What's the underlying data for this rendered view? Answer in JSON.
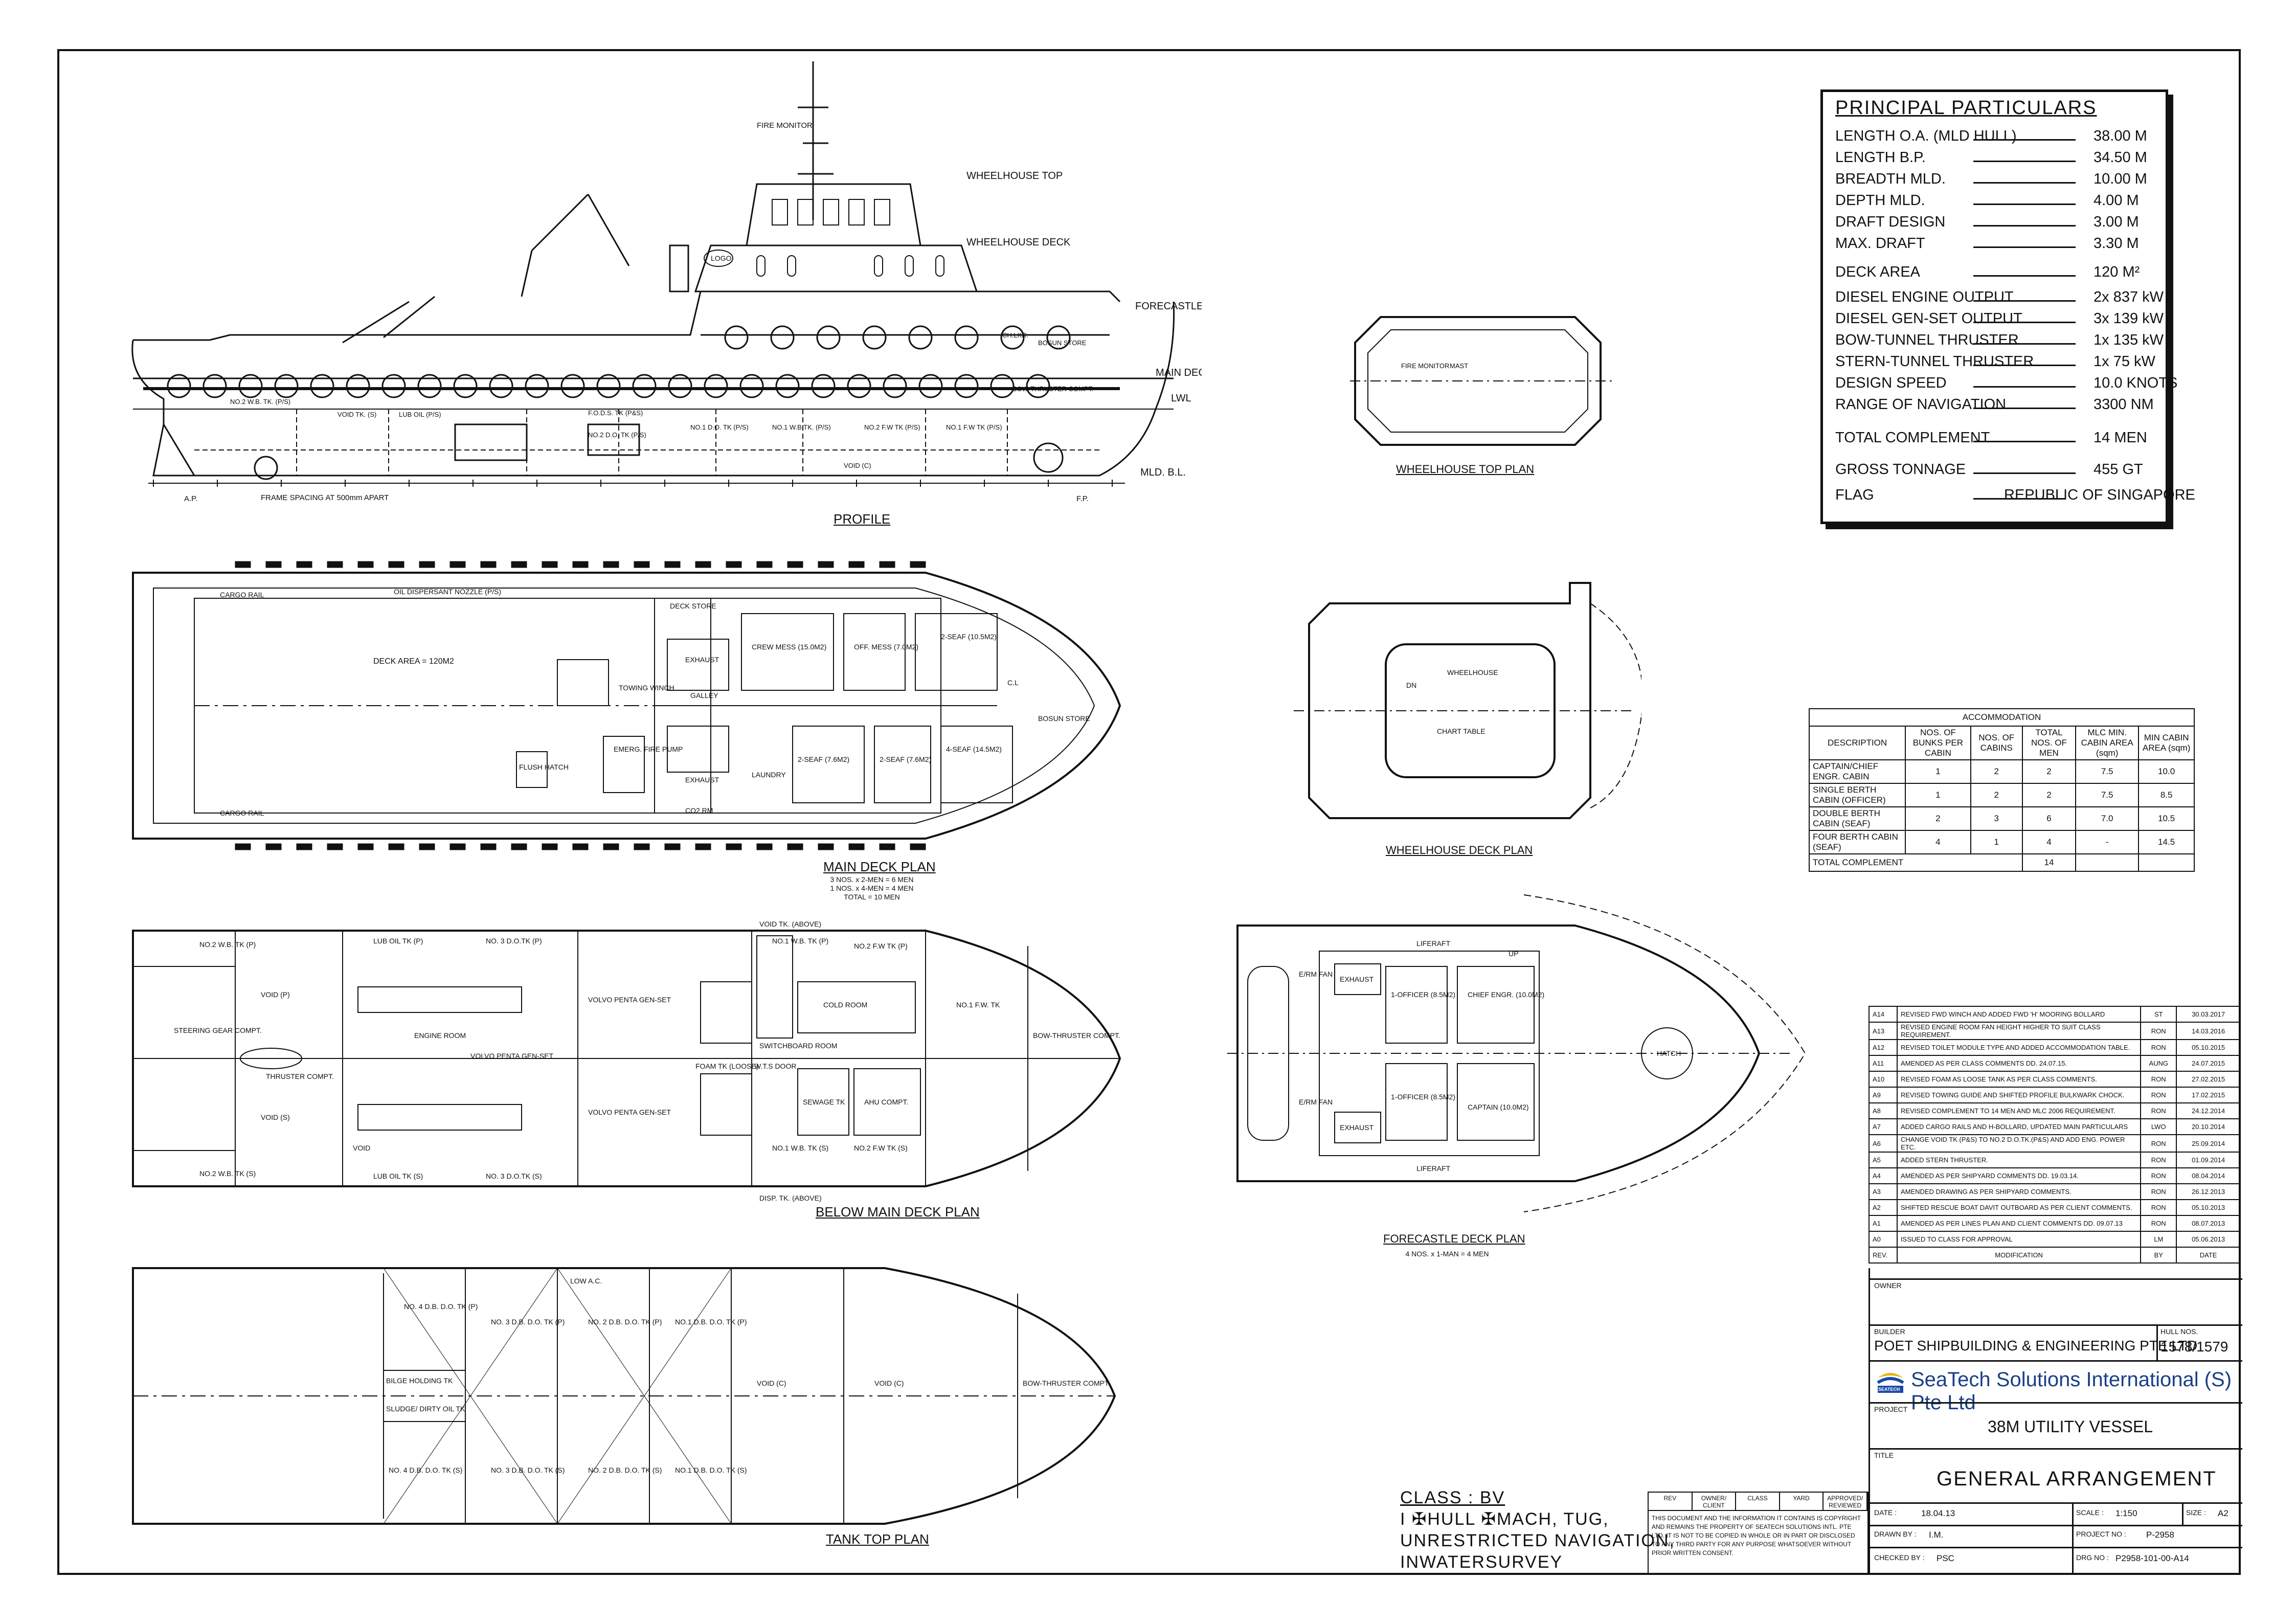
{
  "principal_particulars": {
    "title": "PRINCIPAL PARTICULARS",
    "rows": [
      {
        "label": "LENGTH O.A. (MLD HULL)",
        "value": "38.00 M"
      },
      {
        "label": "LENGTH B.P.",
        "value": "34.50 M"
      },
      {
        "label": "BREADTH MLD.",
        "value": "10.00 M"
      },
      {
        "label": "DEPTH MLD.",
        "value": "4.00 M"
      },
      {
        "label": "DRAFT DESIGN",
        "value": "3.00 M"
      },
      {
        "label": "MAX. DRAFT",
        "value": "3.30 M"
      },
      {
        "label": "DECK AREA",
        "value": "120 M²"
      },
      {
        "label": "DIESEL ENGINE OUTPUT",
        "value": "2x 837 kW"
      },
      {
        "label": "DIESEL GEN-SET OUTPUT",
        "value": "3x 139 kW"
      },
      {
        "label": "BOW-TUNNEL THRUSTER",
        "value": "1x 135 kW"
      },
      {
        "label": "STERN-TUNNEL THRUSTER",
        "value": "1x 75 kW"
      },
      {
        "label": "DESIGN SPEED",
        "value": "10.0 KNOTS"
      },
      {
        "label": "RANGE OF NAVIGATION",
        "value": "3300 NM"
      },
      {
        "label": "TOTAL COMPLEMENT",
        "value": "14 MEN"
      },
      {
        "label": "GROSS TONNAGE",
        "value": "455 GT"
      },
      {
        "label": "FLAG",
        "value": "REPUBLIC OF SINGAPORE"
      }
    ]
  },
  "accommodation": {
    "title": "ACCOMMODATION",
    "headers": [
      "DESCRIPTION",
      "NOS. OF BUNKS PER CABIN",
      "NOS. OF CABINS",
      "TOTAL NOS. OF MEN",
      "MLC MIN. CABIN AREA (sqm)",
      "MIN CABIN AREA (sqm)"
    ],
    "rows": [
      [
        "CAPTAIN/CHIEF ENGR. CABIN",
        "1",
        "2",
        "2",
        "7.5",
        "10.0"
      ],
      [
        "SINGLE BERTH CABIN (OFFICER)",
        "1",
        "2",
        "2",
        "7.5",
        "8.5"
      ],
      [
        "DOUBLE BERTH CABIN (SEAF)",
        "2",
        "3",
        "6",
        "7.0",
        "10.5"
      ],
      [
        "FOUR BERTH CABIN (SEAF)",
        "4",
        "1",
        "4",
        "-",
        "14.5"
      ]
    ],
    "total_label": "TOTAL COMPLEMENT",
    "total_value": "14"
  },
  "revisions": {
    "rows": [
      [
        "A14",
        "REVISED FWD WINCH AND ADDED FWD 'H' MOORING BOLLARD",
        "ST",
        "30.03.2017"
      ],
      [
        "A13",
        "REVISED ENGINE ROOM FAN HEIGHT HIGHER TO SUIT CLASS REQUIREMENT.",
        "RON",
        "14.03.2016"
      ],
      [
        "A12",
        "REVISED TOILET MODULE TYPE AND ADDED ACCOMMODATION TABLE.",
        "RON",
        "05.10.2015"
      ],
      [
        "A11",
        "AMENDED AS PER CLASS COMMENTS DD. 24.07.15.",
        "AUNG",
        "24.07.2015"
      ],
      [
        "A10",
        "REVISED FOAM AS LOOSE TANK AS PER CLASS COMMENTS.",
        "RON",
        "27.02.2015"
      ],
      [
        "A9",
        "REVISED TOWING GUIDE AND SHIFTED PROFILE BULKWARK CHOCK.",
        "RON",
        "17.02.2015"
      ],
      [
        "A8",
        "REVISED COMPLEMENT TO 14 MEN AND MLC 2006 REQUIREMENT.",
        "RON",
        "24.12.2014"
      ],
      [
        "A7",
        "ADDED CARGO RAILS AND H-BOLLARD, UPDATED MAIN PARTICULARS",
        "LWO",
        "20.10.2014"
      ],
      [
        "A6",
        "CHANGE VOID TK (P&S) TO NO.2 D.O.TK.(P&S) AND ADD ENG. POWER ETC.",
        "RON",
        "25.09.2014"
      ],
      [
        "A5",
        "ADDED STERN THRUSTER.",
        "RON",
        "01.09.2014"
      ],
      [
        "A4",
        "AMENDED AS PER SHIPYARD COMMENTS DD. 19.03.14.",
        "RON",
        "08.04.2014"
      ],
      [
        "A3",
        "AMENDED DRAWING AS PER SHIPYARD COMMENTS.",
        "RON",
        "26.12.2013"
      ],
      [
        "A2",
        "SHIFTED RESCUE BOAT DAVIT OUTBOARD AS PER CLIENT COMMENTS.",
        "RON",
        "05.10.2013"
      ],
      [
        "A1",
        "AMENDED AS PER LINES PLAN AND CLIENT COMMENTS DD. 09.07.13",
        "RON",
        "08.07.2013"
      ],
      [
        "A0",
        "ISSUED TO CLASS FOR APPROVAL",
        "LM",
        "05.06.2013"
      ]
    ],
    "footer": [
      "REV.",
      "MODIFICATION",
      "BY",
      "DATE"
    ]
  },
  "title_block": {
    "owner_label": "OWNER",
    "builder_label": "BUILDER",
    "builder": "POET SHIPBUILDING & ENGINEERING PTE LTD",
    "hull_label": "HULL NOS.",
    "hull": "1578/1579",
    "logo_text": "SEATECH",
    "company": "SeaTech Solutions International (S) Pte Ltd",
    "project_label": "PROJECT",
    "project": "38M UTILITY VESSEL",
    "title_label": "TITLE",
    "title": "GENERAL ARRANGEMENT",
    "date_label": "DATE :",
    "date": "18.04.13",
    "scale_label": "SCALE :",
    "scale": "1:150",
    "size_label": "SIZE :",
    "size": "A2",
    "drawn_label": "DRAWN BY :",
    "drawn": "I.M.",
    "project_no_label": "PROJECT NO :",
    "project_no": "P-2958",
    "checked_label": "CHECKED BY :",
    "checked": "PSC",
    "drg_label": "DRG NO :",
    "drg_no": "P2958-101-00-A14"
  },
  "approval_stamp": {
    "cells": [
      "REV",
      "OWNER/ CLIENT",
      "CLASS",
      "YARD",
      "APPROVED/ REVIEWED"
    ],
    "note": "THIS DOCUMENT AND THE INFORMATION IT CONTAINS IS COPYRIGHT AND REMAINS THE PROPERTY OF SEATECH SOLUTIONS INTL. PTE LTD. IT IS NOT TO BE COPIED IN WHOLE OR IN PART OR DISCLOSED TO ANY THIRD PARTY FOR ANY PURPOSE WHATSOEVER WITHOUT PRIOR WRITTEN CONSENT."
  },
  "class_notation": {
    "line1": "CLASS : BV",
    "line2": "I ✠HULL ✠MACH, TUG,",
    "line3": "UNRESTRICTED NAVIGATION,",
    "line4": "INWATERSURVEY"
  },
  "views": {
    "profile": "PROFILE",
    "main_deck_plan": "MAIN DECK PLAN",
    "main_deck_note1": "3 NOS. x 2-MEN = 6 MEN",
    "main_deck_note2": "1 NOS. x 4-MEN = 4 MEN",
    "main_deck_note3": "TOTAL = 10 MEN",
    "below_main_deck_plan": "BELOW MAIN DECK PLAN",
    "tank_top_plan": "TANK TOP PLAN",
    "wheelhouse_top_plan": "WHEELHOUSE TOP PLAN",
    "wheelhouse_deck_plan": "WHEELHOUSE DECK PLAN",
    "forecastle_deck_plan": "FORECASTLE DECK PLAN",
    "forecastle_note": "4 NOS. x 1-MAN = 4 MEN"
  },
  "profile_labels": {
    "fire_monitor": "FIRE MONITOR",
    "wheelhouse_top": "WHEELHOUSE TOP",
    "wheelhouse_deck": "WHEELHOUSE DECK",
    "forecastle_deck": "FORECASTLE DECK",
    "main_deck": "MAIN DECK",
    "lwl": "LWL",
    "mld_bl": "MLD. B.L.",
    "logo": "LOGO",
    "frame_spacing": "FRAME SPACING AT 500mm APART",
    "ap": "A.P.",
    "fp": "F.P.",
    "bosun_store": "BOSUN STORE",
    "chain_locker": "CH.LKR.",
    "bow_thruster": "BOW-THRUSTER COMPT.",
    "tanks": [
      "NO.2 W.B. TK. (P/S)",
      "VOID TK. (S)",
      "LUB OIL (P/S)",
      "F.O.D.S. TK (P&S)",
      "NO.2 D.O. TK (P/S)",
      "NO.1 D.O. TK (P/S)",
      "NO.1 W.B TK. (P/S)",
      "NO.2 F.W TK (P/S)",
      "NO.1 F.W TK (P/S)",
      "VOID (C)"
    ]
  },
  "main_deck_labels": {
    "cargo_rail": "CARGO RAIL",
    "oil_dispersant": "OIL DISPERSANT NOZZLE (P/S)",
    "deck_area": "DECK AREA = 120M2",
    "deck_store": "DECK STORE",
    "exhaust": "EXHAUST",
    "galley": "GALLEY",
    "crew_mess": "CREW MESS (15.0M2)",
    "officer_mess": "OFF. MESS (7.0M2)",
    "two_seaf_a": "2-SEAF (10.5M2)",
    "two_seaf_b": "2-SEAF (7.6M2)",
    "two_seaf_c": "2-SEAF (7.6M2)",
    "four_seaf": "4-SEAF (14.5M2)",
    "laundry": "LAUNDRY",
    "co2_rm": "CO2 RM",
    "flush_hatch": "FLUSH HATCH",
    "towing_winch": "TOWING WINCH",
    "emerg_fire_pump": "EMERG. FIRE PUMP",
    "cl": "C.L",
    "bosun_store": "BOSUN STORE"
  },
  "below_deck_labels": {
    "wb2p": "NO.2 W.B. TK (P)",
    "wb2s": "NO.2 W.B. TK (S)",
    "void_p": "VOID (P)",
    "void_s": "VOID (S)",
    "steering": "STEERING GEAR COMPT.",
    "thruster": "THRUSTER COMPT.",
    "engine_room": "ENGINE ROOM",
    "volvo1": "VOLVO PENTA GEN-SET",
    "volvo2": "VOLVO PENTA GEN-SET",
    "volvo3": "VOLVO PENTA GEN-SET",
    "switchboard": "SWITCHBOARD ROOM",
    "cold_room": "COLD ROOM",
    "sewage": "SEWAGE TK",
    "ahu": "AHU COMPT.",
    "fw1": "NO.1 F.W. TK",
    "bow_thruster": "BOW-THRUSTER COMPT.",
    "wb1p": "NO.1 W.B. TK (P)",
    "wb1s": "NO.1 W.B. TK (S)",
    "fw2p": "NO.2 F.W TK (P)",
    "fw2s": "NO.2 F.W TK (S)",
    "lub_oil_p": "LUB OIL TK (P)",
    "lub_oil_s": "LUB OIL TK (S)",
    "do3p": "NO. 3 D.O.TK (P)",
    "do3s": "NO. 3 D.O.TK (S)",
    "foam": "FOAM TK (LOOSE)",
    "wts_door": "W.T.S DOOR",
    "void_tk_above": "VOID TK. (ABOVE)",
    "disp_tk_above": "DISP. TK. (ABOVE)",
    "void": "VOID"
  },
  "tank_top_labels": {
    "do4p": "NO. 4 D.B. D.O. TK (P)",
    "do4s": "NO. 4 D.B. D.O. TK (S)",
    "do3p": "NO. 3 D.B. D.O. TK (P)",
    "do3s": "NO. 3 D.B. D.O. TK (S)",
    "do2p": "NO. 2 D.B. D.O. TK (P)",
    "do2s": "NO. 2 D.B. D.O. TK (S)",
    "do1p": "NO.1 D.B. D.O. TK (P)",
    "do1s": "NO.1 D.B. D.O. TK (S)",
    "bilge": "BILGE HOLDING TK",
    "sludge": "SLUDGE/ DIRTY OIL TK",
    "void_c1": "VOID (C)",
    "void_c2": "VOID (C)",
    "bow_thruster": "BOW-THRUSTER COMPT.",
    "low_ac": "LOW A.C."
  },
  "wheelhouse_labels": {
    "fire_monitor": "FIRE MONITOR",
    "mast": "MAST",
    "wheelhouse": "WHEELHOUSE",
    "chart_table": "CHART TABLE",
    "dn": "DN"
  },
  "forecastle_labels": {
    "er_fan1": "E/RM FAN",
    "er_fan2": "E/RM FAN",
    "exhaust1": "EXHAUST",
    "exhaust2": "EXHAUST",
    "officer1": "1-OFFICER (8.5M2)",
    "officer2": "1-OFFICER (8.5M2)",
    "chief": "CHIEF ENGR. (10.0M2)",
    "captain": "CAPTAIN (10.0M2)",
    "liferaft1": "LIFERAFT",
    "liferaft2": "LIFERAFT",
    "up": "UP",
    "hatch": "HATCH"
  },
  "colors": {
    "ink": "#111111",
    "light": "#9a9a9a",
    "hatch": "#c8c8c8"
  }
}
